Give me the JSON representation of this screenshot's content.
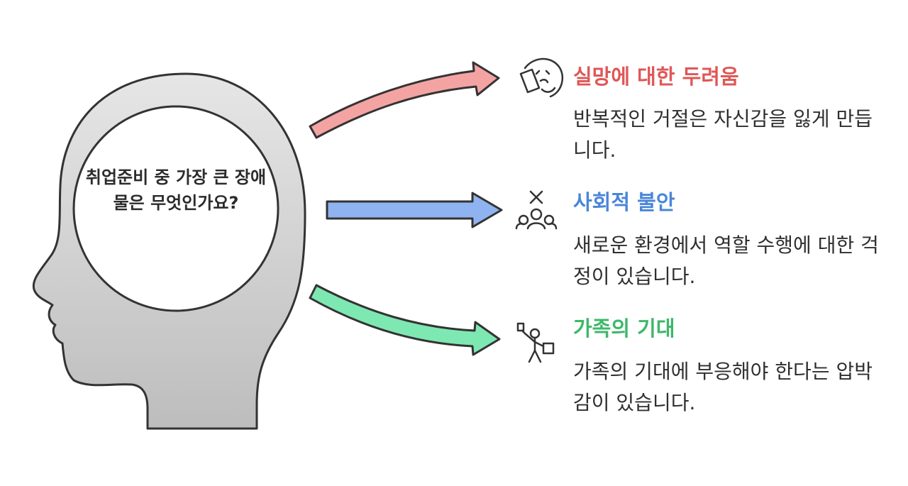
{
  "center": {
    "question": "취업준비 중 가장 큰 장애물은 무엇인가요?"
  },
  "items": [
    {
      "title": "실망에 대한 두려움",
      "description": "반복적인 거절은 자신감을 잃게 만듭니다.",
      "color": "#e05757",
      "arrow_color": "#f4a3a3",
      "icon": "sad-face-icon"
    },
    {
      "title": "사회적 불안",
      "description": "새로운 환경에서 역할 수행에 대한 걱정이 있습니다.",
      "color": "#4a86d9",
      "arrow_color": "#8fb3f0",
      "icon": "people-group-icon"
    },
    {
      "title": "가족의 기대",
      "description": "가족의 기대에 부응해야 한다는 압박감이 있습니다.",
      "color": "#3cb86a",
      "arrow_color": "#7ee8b2",
      "icon": "juggling-person-icon"
    }
  ]
}
